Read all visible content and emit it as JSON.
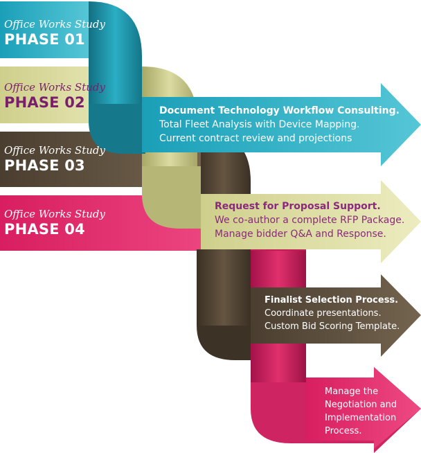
{
  "phases": [
    {
      "subtitle": "Office Works Study",
      "title": "PHASE 01",
      "color": "#2aaec4"
    },
    {
      "subtitle": "Office Works Study",
      "title": "PHASE 02",
      "color": "#d8d898"
    },
    {
      "subtitle": "Office Works Study",
      "title": "PHASE 03",
      "color": "#5f5040"
    },
    {
      "subtitle": "Office Works Study",
      "title": "PHASE 04",
      "color": "#e0306c"
    }
  ],
  "steps": [
    {
      "heading": "Document Technology Workflow Consulting.",
      "lines": [
        "Total Fleet Analysis with Device Mapping.",
        "Current contract review and projections"
      ]
    },
    {
      "heading": "Request for Proposal Support.",
      "lines": [
        "We co-author a complete RFP Package.",
        "Manage bidder Q&A and Response."
      ]
    },
    {
      "heading": "Finalist Selection Process.",
      "lines": [
        "Coordinate presentations.",
        "Custom Bid Scoring Template."
      ]
    },
    {
      "heading": "",
      "lines": [
        "Manage the",
        "Negotiation and",
        "Implementation",
        "Process."
      ]
    }
  ]
}
